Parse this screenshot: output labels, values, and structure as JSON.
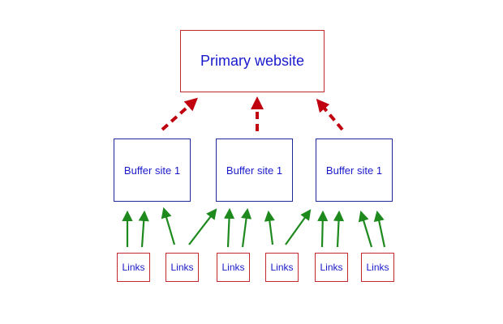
{
  "primary": {
    "label": "Primary website"
  },
  "buffers": [
    {
      "label": "Buffer site 1"
    },
    {
      "label": "Buffer site 1"
    },
    {
      "label": "Buffer site 1"
    }
  ],
  "links": [
    {
      "label": "Links"
    },
    {
      "label": "Links"
    },
    {
      "label": "Links"
    },
    {
      "label": "Links"
    },
    {
      "label": "Links"
    },
    {
      "label": "Links"
    }
  ],
  "colors": {
    "box_border_red": "#c0282d",
    "box_border_blue": "#1f2a99",
    "text_blue": "#1a1acc",
    "arrow_red": "#c0000f",
    "arrow_green": "#1e8a1e"
  }
}
